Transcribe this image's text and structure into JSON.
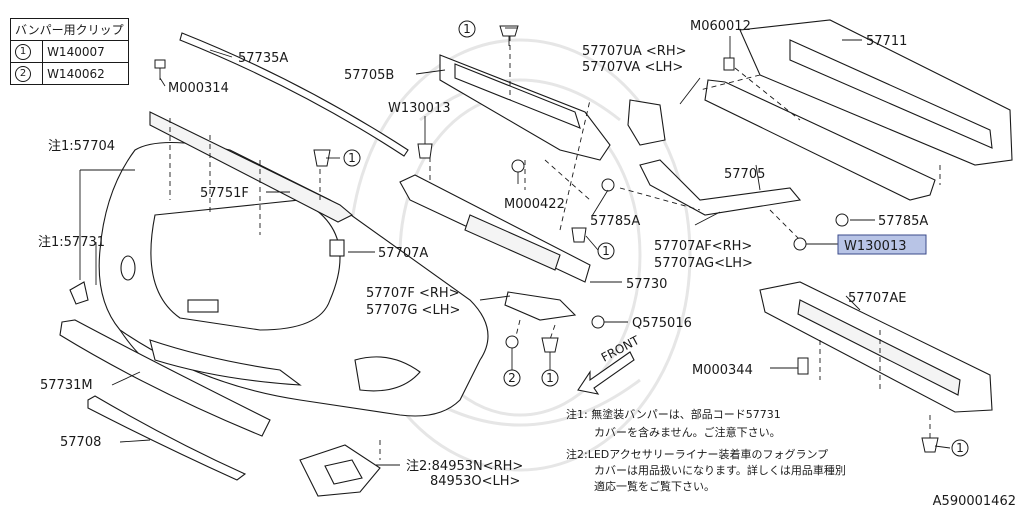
{
  "clip_table": {
    "header": "バンパー用クリップ",
    "rows": [
      {
        "marker": "1",
        "part": "W140007"
      },
      {
        "marker": "2",
        "part": "W140062"
      }
    ]
  },
  "labels": {
    "p57735A": "57735A",
    "m000314": "M000314",
    "p57705B": "57705B",
    "w130013_top": "W130013",
    "p57707UA": "57707UA <RH>",
    "p57707VA": "57707VA <LH>",
    "m060012": "M060012",
    "p57711": "57711",
    "note1_57704": "注1:57704",
    "p57751F": "57751F",
    "m000422": "M000422",
    "p57785A_mid": "57785A",
    "p57705": "57705",
    "p57785A_right": "57785A",
    "note1_57731": "注1:57731",
    "p57707A": "57707A",
    "p57707AF": "57707AF<RH>",
    "p57707AG": "57707AG<LH>",
    "w130013_hl": "W130013",
    "p57730": "57730",
    "p57707F": "57707F <RH>",
    "p57707G": "57707G <LH>",
    "q575016": "Q575016",
    "p57707AE": "57707AE",
    "m000344": "M000344",
    "p57731M": "57731M",
    "front": "FRONT",
    "p57708": "57708",
    "note2_84953N": "注2:84953N<RH>",
    "p84953O": "84953O<LH>",
    "diagram_id": "A590001462"
  },
  "markers": {
    "one": "1",
    "two": "2"
  },
  "notes": {
    "note1_line1": "注1: 無塗装バンパーは、部品コード57731",
    "note1_line2": "カバーを含みません。ご注意下さい。",
    "note2_line1": "注2:LEDアクセサリーライナー装着車のフォグランプ",
    "note2_line2": "カバーは用品扱いになります。詳しくは用品車種別",
    "note2_line3": "適応一覧をご覧下さい。"
  },
  "colors": {
    "highlight_fill": "#b8c4e6",
    "highlight_stroke": "#3a4a8a",
    "ink": "#1a1a1a"
  }
}
